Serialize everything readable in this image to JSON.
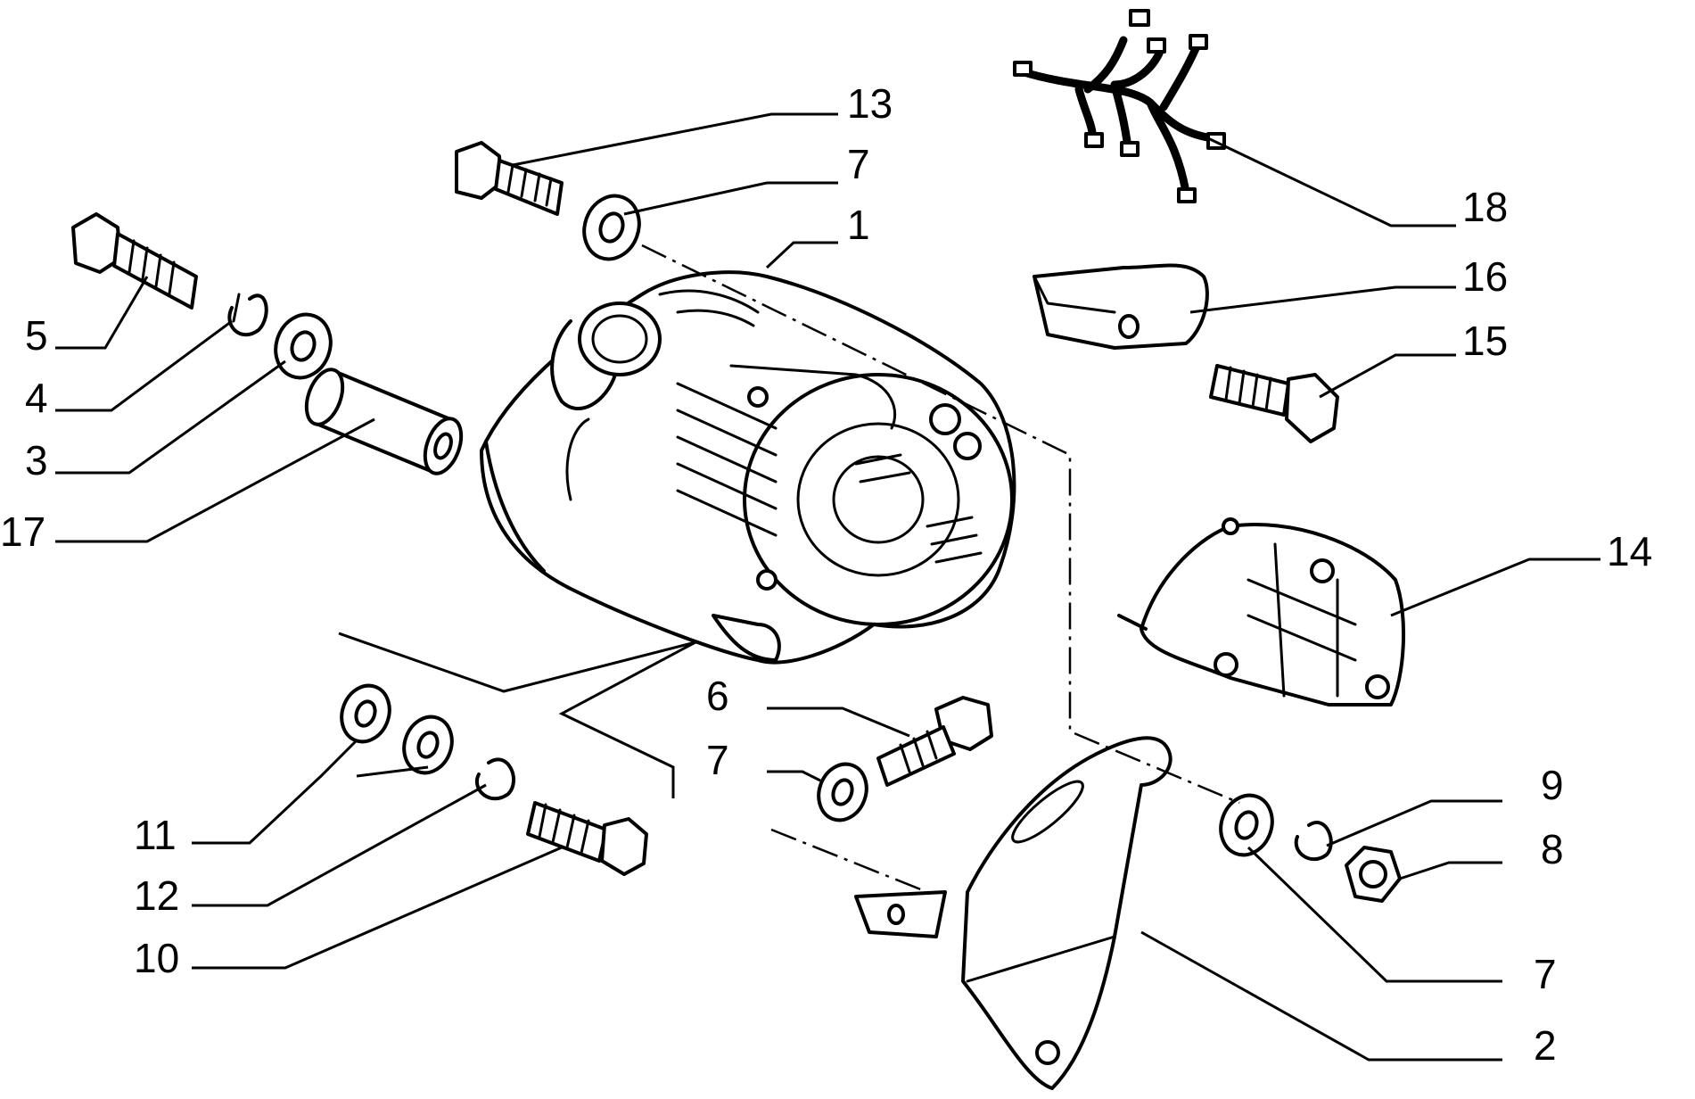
{
  "callouts": [
    {
      "id": "c13",
      "label": "13"
    },
    {
      "id": "c7a",
      "label": "7"
    },
    {
      "id": "c1",
      "label": "1"
    },
    {
      "id": "c5",
      "label": "5"
    },
    {
      "id": "c4",
      "label": "4"
    },
    {
      "id": "c3",
      "label": "3"
    },
    {
      "id": "c17",
      "label": "17"
    },
    {
      "id": "c18",
      "label": "18"
    },
    {
      "id": "c16",
      "label": "16"
    },
    {
      "id": "c15",
      "label": "15"
    },
    {
      "id": "c14",
      "label": "14"
    },
    {
      "id": "c6",
      "label": "6"
    },
    {
      "id": "c7b",
      "label": "7"
    },
    {
      "id": "c9",
      "label": "9"
    },
    {
      "id": "c8",
      "label": "8"
    },
    {
      "id": "c7c",
      "label": "7"
    },
    {
      "id": "c2",
      "label": "2"
    },
    {
      "id": "c11",
      "label": "11"
    },
    {
      "id": "c12",
      "label": "12"
    },
    {
      "id": "c10",
      "label": "10"
    }
  ]
}
